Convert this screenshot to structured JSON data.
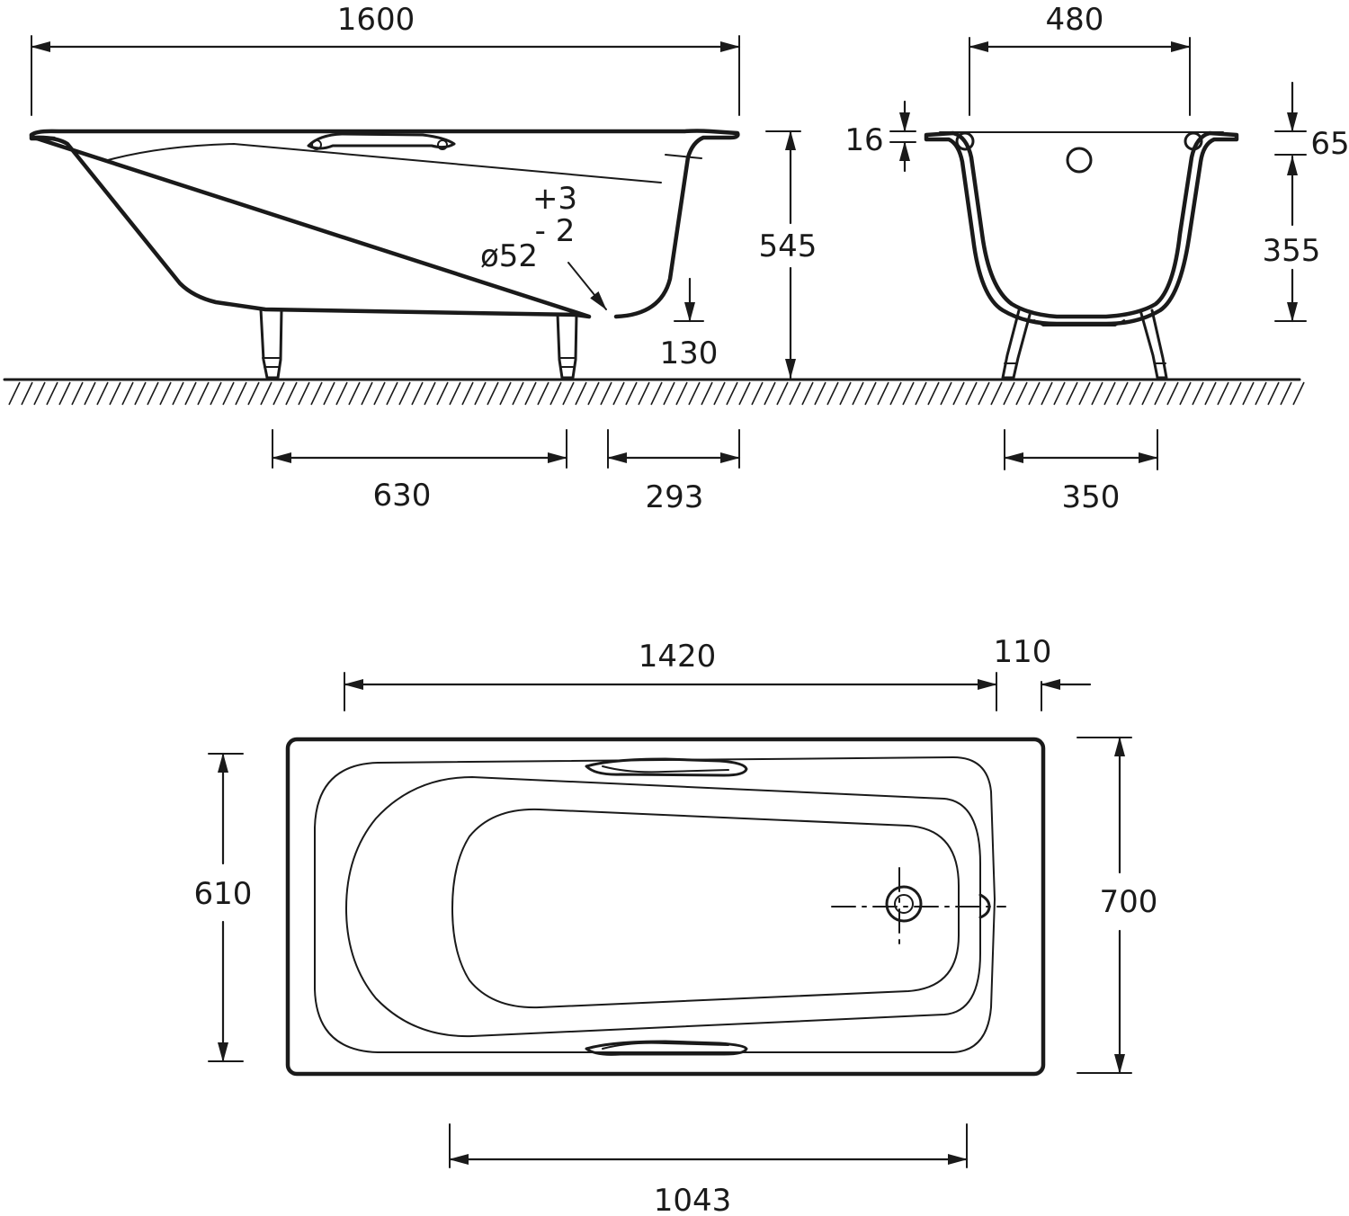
{
  "side_view": {
    "dims": {
      "overall_length": "1600",
      "height": "545",
      "drain_height": "130",
      "tolerance_plus": "+3",
      "tolerance_minus": "- 2",
      "drain_diameter": "ø52",
      "leg_spacing": "630",
      "drain_offset": "293"
    }
  },
  "end_view": {
    "dims": {
      "top_width": "480",
      "rim_thickness": "16",
      "rim_depth": "65",
      "inner_depth": "355",
      "leg_spacing": "350"
    }
  },
  "plan_view": {
    "dims": {
      "inner_length": "1420",
      "drain_offset": "110",
      "inner_width": "610",
      "outer_width": "700",
      "handle_spacing": "1043"
    }
  }
}
